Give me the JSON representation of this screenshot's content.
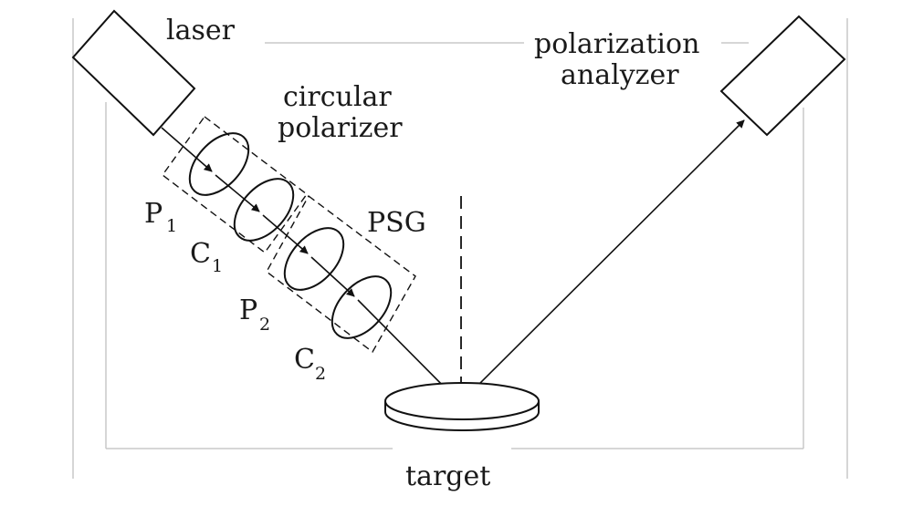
{
  "labels": {
    "laser": "laser",
    "circular_polarizer": [
      "circular",
      "polarizer"
    ],
    "polarization_analyzer": [
      "polarization",
      "analyzer"
    ],
    "psg": "PSG",
    "target": "target",
    "p1": {
      "main": "P",
      "sub": "1"
    },
    "c1": {
      "main": "C",
      "sub": "1"
    },
    "p2": {
      "main": "P",
      "sub": "2"
    },
    "c2": {
      "main": "C",
      "sub": "2"
    }
  }
}
